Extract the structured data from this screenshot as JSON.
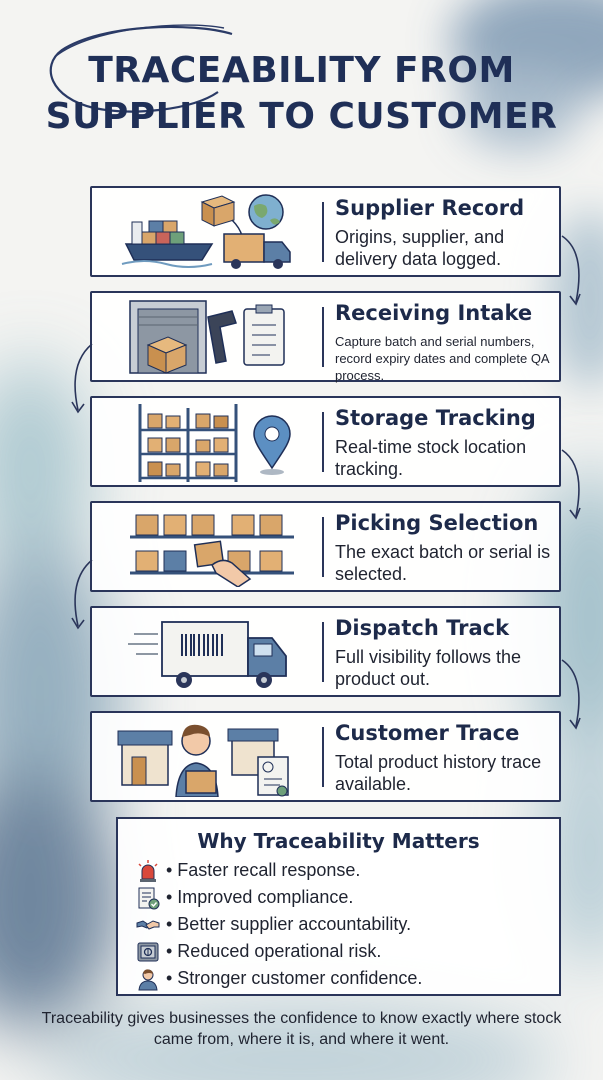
{
  "title": "TRACEABILITY FROM SUPPLIER TO CUSTOMER",
  "steps": [
    {
      "title": "Supplier Record",
      "desc": "Origins, supplier, and delivery data logged."
    },
    {
      "title": "Receiving Intake",
      "desc": "Capture batch and serial numbers, record expiry dates and complete QA process."
    },
    {
      "title": "Storage Tracking",
      "desc": "Real-time stock location tracking."
    },
    {
      "title": "Picking Selection",
      "desc": "The exact batch or serial is selected."
    },
    {
      "title": "Dispatch Track",
      "desc": "Full visibility follows the product out."
    },
    {
      "title": "Customer Trace",
      "desc": "Total product history trace available."
    }
  ],
  "why": {
    "title": "Why Traceability Matters",
    "items": [
      {
        "icon": "alarm-siren-icon",
        "text": "• Faster recall response."
      },
      {
        "icon": "compliance-document-icon",
        "text": "• Improved compliance."
      },
      {
        "icon": "handshake-icon",
        "text": "• Better supplier accountability."
      },
      {
        "icon": "safe-vault-icon",
        "text": "• Reduced operational risk."
      },
      {
        "icon": "customer-person-icon",
        "text": "• Stronger customer confidence."
      }
    ]
  },
  "footer": "Traceability gives businesses the confidence to know exactly where stock came from, where it is, and where it went.",
  "colors": {
    "navy": "#1d2a4a",
    "watercolor": "#9fb9c9",
    "box": "#d9a66a",
    "truck": "#5c7fa6"
  }
}
